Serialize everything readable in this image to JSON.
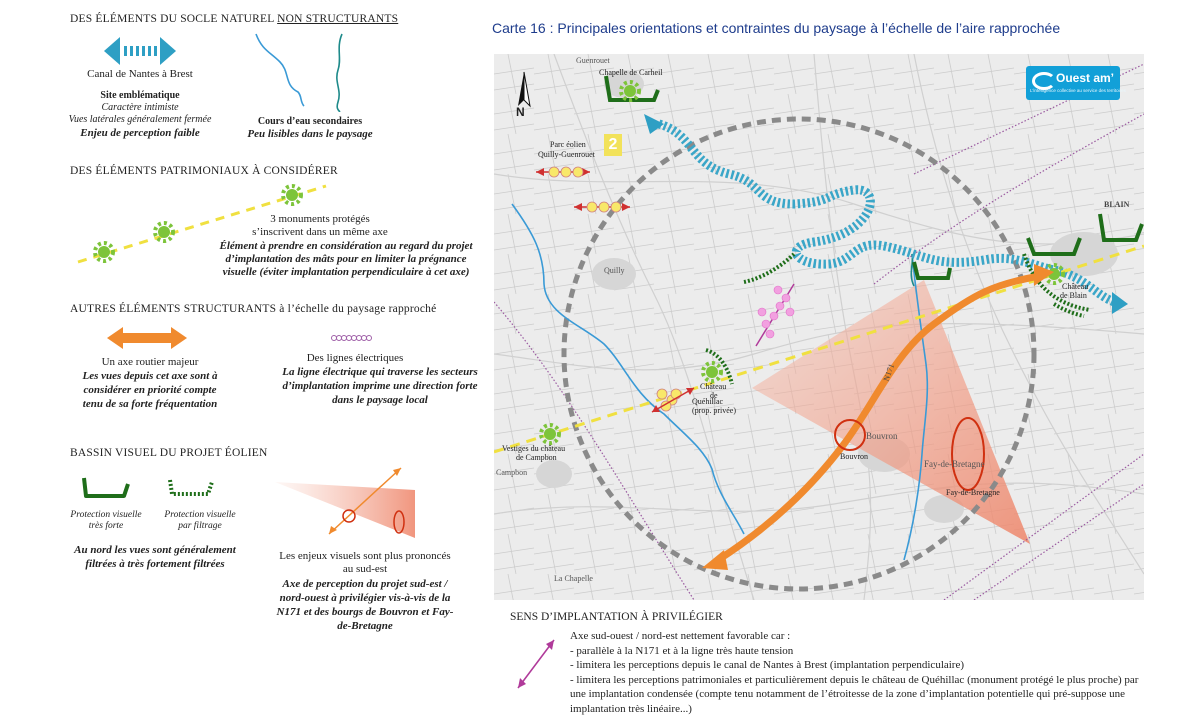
{
  "legend": {
    "socle": {
      "title_prefix": "DES ÉLÉMENTS DU SOCLE NATUREL ",
      "title_underlined": "NON STRUCTURANTS",
      "canal_label": "Canal de Nantes à Brest",
      "site_label": "Site emblématique",
      "site_desc1": "Caractère intimiste",
      "site_desc2": "Vues latérales généralement fermée",
      "site_enjeu": "Enjeu de perception faible",
      "cours_label": "Cours d’eau secondaires",
      "cours_enjeu": "Peu lisibles dans le paysage"
    },
    "patrimoine": {
      "title": "DES ÉLÉMENTS PATRIMONIAUX À CONSIDÉRER",
      "line1": "3 monuments protégés",
      "line2": "s’inscrivent dans un même axe",
      "bold1": "Élément à prendre en considération au regard du projet",
      "bold2": "d’implantation des mâts pour en limiter la prégnance",
      "bold3": "visuelle (éviter implantation perpendiculaire à cet axe)"
    },
    "autres": {
      "title": "AUTRES ÉLÉMENTS STRUCTURANTS à l’échelle du paysage rapproché",
      "axe_label": "Un axe routier majeur",
      "axe_b1": "Les vues depuis cet axe sont à",
      "axe_b2": "considérer en priorité compte",
      "axe_b3": "tenu de sa forte fréquentation",
      "lignes_label": "Des lignes électriques",
      "lignes_b1": "La ligne électrique qui traverse les secteurs",
      "lignes_b2": "d’implantation imprime une direction forte",
      "lignes_b3": "dans le paysage local"
    },
    "bassin": {
      "title": "BASSIN VISUEL DU PROJET ÉOLIEN",
      "prot_forte1": "Protection visuelle",
      "prot_forte2": "très forte",
      "prot_filtr1": "Protection visuelle",
      "prot_filtr2": "par filtrage",
      "nord1": "Au nord les vues sont généralement",
      "nord2": "filtrées à très fortement filtrées",
      "enjeux1": "Les enjeux visuels sont plus prononcés",
      "enjeux2": "au sud-est",
      "axe1": "Axe de perception du projet sud-est /",
      "axe2": "nord-ouest à privilégier  vis-à-vis de la",
      "axe3": "N171 et des bourgs de Bouvron et Fay-",
      "axe4": "de-Bretagne"
    }
  },
  "map": {
    "title": "Carte 16 :  Principales orientations et contraintes du paysage à l’échelle de l’aire rapprochée",
    "logo_text": "Ouest am’",
    "logo_sub": "L'intelligence collective au service des territoires",
    "north_label": "N",
    "zone_number": "2",
    "labels": {
      "chapelle": "Chapelle de Carheil",
      "guenrouet": "Guenrouet",
      "parc1": "Parc éolien",
      "parc2": "Quilly-Guenrouet",
      "quilly": "Quilly",
      "blain": "BLAIN",
      "chateau_blain1": "Château",
      "chateau_blain2": "de Blain",
      "chateau_q1": "Château",
      "chateau_q2": "de",
      "chateau_q3": "Quéhillac",
      "chateau_q4": "(prop. privée)",
      "vestiges1": "Vestiges du château",
      "vestiges2": "de Campbon",
      "campbon": "Campbon",
      "bouvron_town": "Bouvron",
      "bouvron": "Bouvron",
      "fay_town": "Fay-de-Bretagne",
      "fay": "Fay-de-Bretagne",
      "n171": "N171",
      "chapelle_sud": "La Chapelle"
    }
  },
  "sens": {
    "title": "SENS D’IMPLANTATION À PRIVILÉGIER",
    "intro": "Axe sud-ouest / nord-est nettement favorable car :",
    "item1": "- parallèle à la N171 et à la ligne très haute tension",
    "item2": "- limitera les perceptions depuis le canal de Nantes à Brest (implantation perpendiculaire)",
    "item3": "- limitera les perceptions patrimoniales et particulièrement depuis le château de Quéhillac (monument protégé le plus proche) par une implantation condensée (compte tenu notamment de l’étroitesse de la zone d’implantation potentielle qui pré-suppose une implantation très linéaire...)"
  },
  "colors": {
    "canal": "#3aa6c8",
    "river": "#3a9ad6",
    "green": "#1f6e1a",
    "monument": "#7dc43a",
    "road": "#f08a2e",
    "powerline": "#9a5aa0",
    "title_blue": "#1e3c8c",
    "cone": "#f2a48c",
    "sens_arrow": "#b03a9a"
  }
}
